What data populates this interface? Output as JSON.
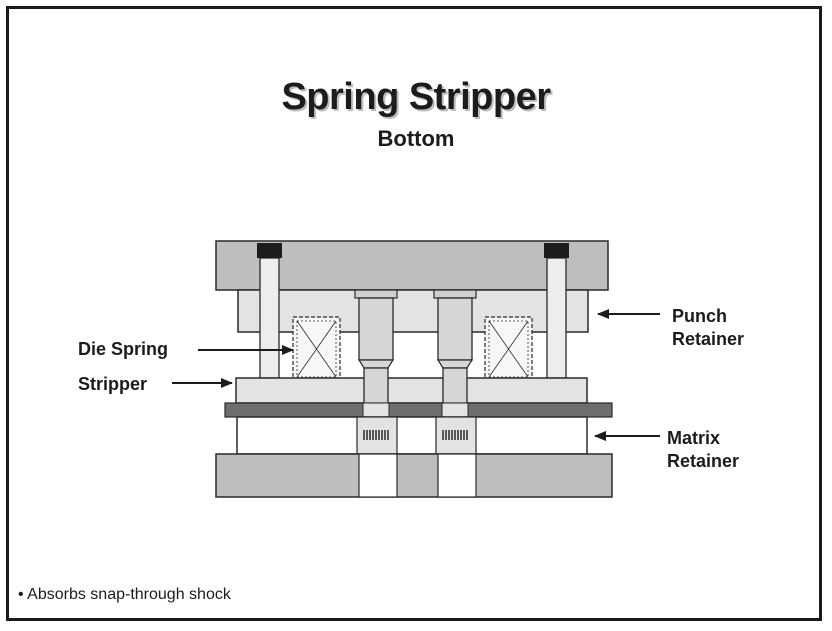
{
  "title": "Spring Stripper",
  "subtitle": "Bottom",
  "labels": {
    "die_spring": "Die Spring",
    "stripper": "Stripper",
    "punch_retainer_line1": "Punch",
    "punch_retainer_line2": "Retainer",
    "matrix_retainer_line1": "Matrix",
    "matrix_retainer_line2": "Retainer"
  },
  "note": "• Absorbs snap-through shock",
  "colors": {
    "plate_gray": "#bebebe",
    "light_gray": "#e3e3e3",
    "strip_dark": "#6e6e6e",
    "outline": "#2a2a2a"
  }
}
